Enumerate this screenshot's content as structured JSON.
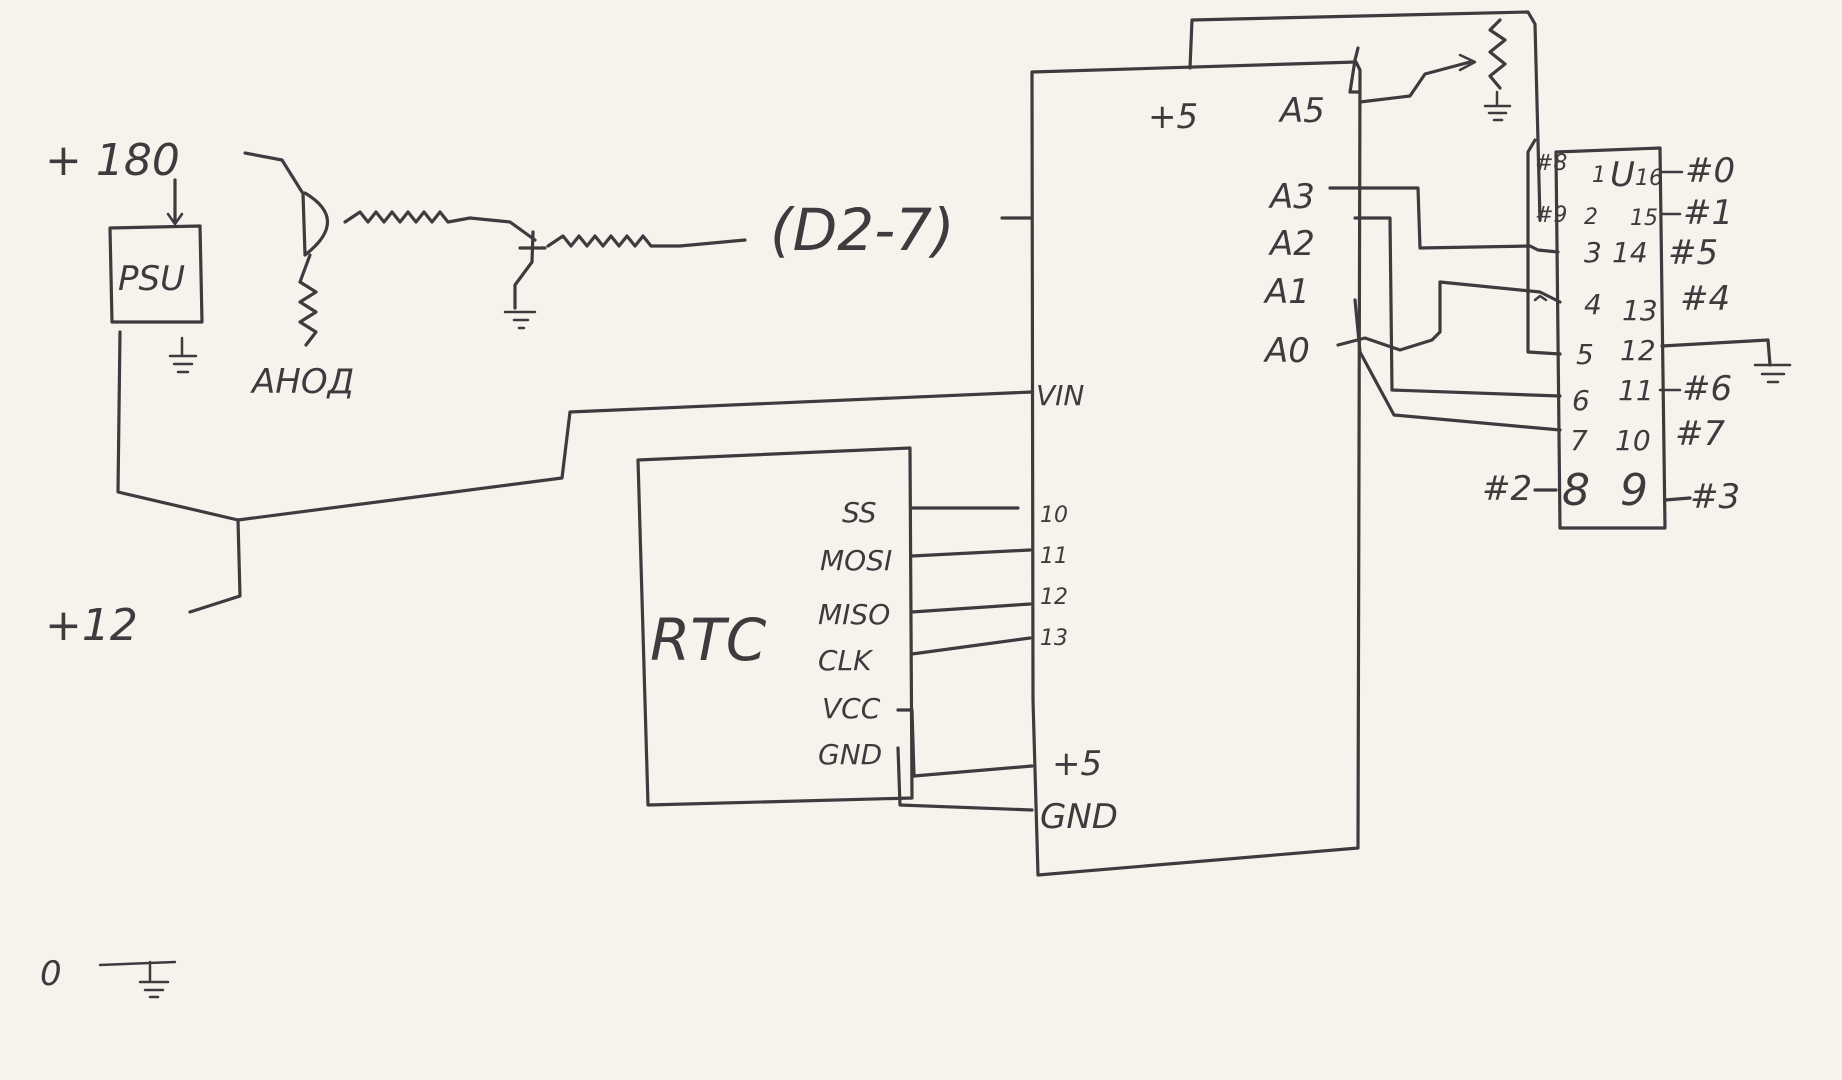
{
  "supply": {
    "hv": "+ 180",
    "v12": "+12",
    "zero": "0",
    "psu": "PSU"
  },
  "tube": {
    "anode": "AHOД",
    "dlabel": "(D2-7)"
  },
  "arduino": {
    "p5_top": "+5",
    "a5": "A5",
    "a3": "A3",
    "a2": "A2",
    "a1": "A1",
    "a0": "A0",
    "vin": "VIN",
    "d10": "10",
    "d11": "11",
    "d12": "12",
    "d13": "13",
    "p5_bot": "+5",
    "gnd": "GND"
  },
  "rtc": {
    "title": "RTC",
    "ss": "SS",
    "mosi": "MOSI",
    "miso": "MISO",
    "clk": "CLK",
    "vcc": "VCC",
    "gnd": "GND"
  },
  "decoder": {
    "name": "U",
    "pins_left": [
      "1",
      "2",
      "3",
      "4",
      "5",
      "6",
      "7",
      "8"
    ],
    "pins_right": [
      "16",
      "15",
      "14",
      "13",
      "12",
      "11",
      "10",
      "9"
    ],
    "outs_left": [
      "#8",
      "#9",
      "#2"
    ],
    "outs_right": [
      "#0",
      "#1",
      "#5",
      "#4",
      "#6",
      "#7",
      "#3"
    ]
  }
}
